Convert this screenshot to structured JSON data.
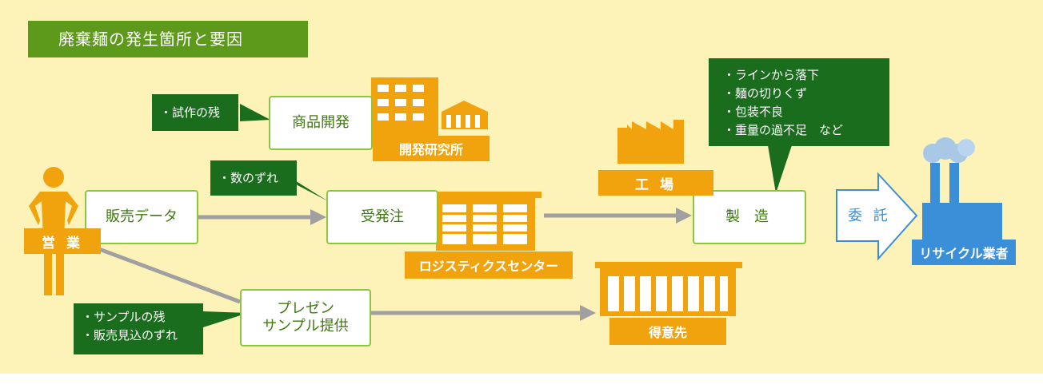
{
  "title": "廃棄麺の発生箇所と要因",
  "nodes": {
    "eigyo": "営 業",
    "hanbai": "販売データ",
    "shohin": "商品開発",
    "kenkyujo": "開発研究所",
    "juhatchu": "受発注",
    "logistics": "ロジスティクスセンター",
    "kojo": "工 場",
    "seizo": "製 造",
    "itaku": "委 託",
    "recycle": "リサイクル業者",
    "presen_1": "プレゼン",
    "presen_2": "サンプル提供",
    "tokuisaki": "得意先"
  },
  "notes": {
    "shisaku": [
      "・試作の残"
    ],
    "kazu": [
      "・数のずれ"
    ],
    "sample": [
      "・サンプルの残",
      "・販売見込のずれ"
    ],
    "factory": [
      "・ラインから落下",
      "・麺の切りくず",
      "・包装不良",
      "・重量の過不足　など"
    ]
  },
  "colors": {
    "background": "#fdf2b8",
    "title_bg": "#5d9a1c",
    "note_bg": "#196d1c",
    "box_border": "#8cc63e",
    "box_text": "#3f7a11",
    "orange": "#f1a30e",
    "blue": "#3b8fd8",
    "arrow": "#a0a0a0"
  }
}
